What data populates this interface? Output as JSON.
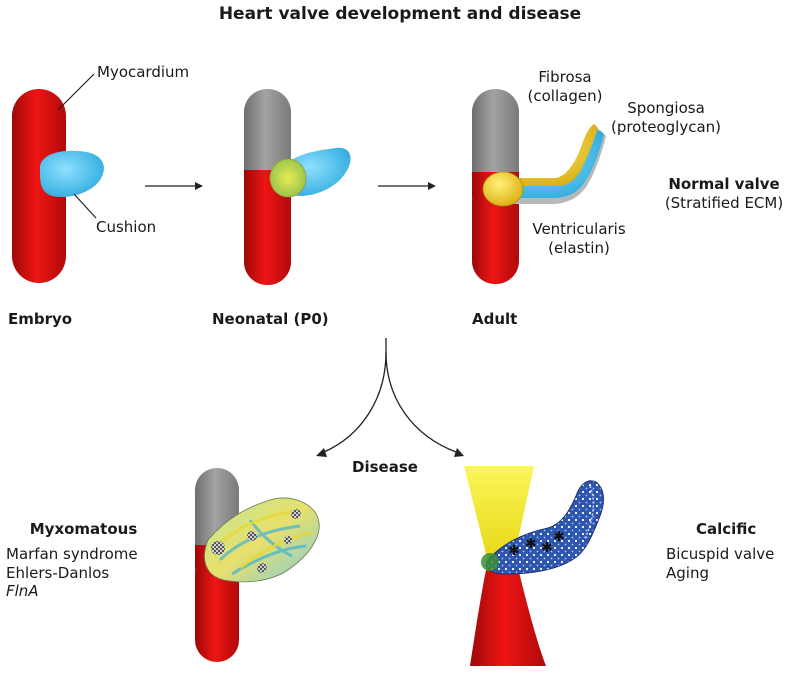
{
  "title": "Heart valve development and disease",
  "stages": {
    "embryo": "Embryo",
    "neonatal": "Neonatal (P0)",
    "adult": "Adult"
  },
  "labels": {
    "myocardium": "Myocardium",
    "cushion": "Cushion",
    "fibrosa": "Fibrosa",
    "fibrosa_sub": "(collagen)",
    "spongiosa": "Spongiosa",
    "spongiosa_sub": "(proteoglycan)",
    "ventricularis": "Ventricularis",
    "ventricularis_sub": "(elastin)"
  },
  "normal": {
    "title": "Normal valve",
    "subtitle": "(Stratified ECM)"
  },
  "disease": "Disease",
  "myxomatous": {
    "title": "Myxomatous",
    "items": [
      "Marfan syndrome",
      "Ehlers-Danlos",
      "FlnA"
    ]
  },
  "calcific": {
    "title": "Calcific",
    "items": [
      "Bicuspid valve",
      "Aging"
    ]
  },
  "colors": {
    "myocardium_red": "#e10d0d",
    "atrium_gray": "#8f8f8f",
    "cushion_blue": "#3fbfe8",
    "fibrosa_yellow": "#e8c21a",
    "calcific_yellow": "#f2ea1e",
    "calcific_blue": "#2e55b0"
  }
}
